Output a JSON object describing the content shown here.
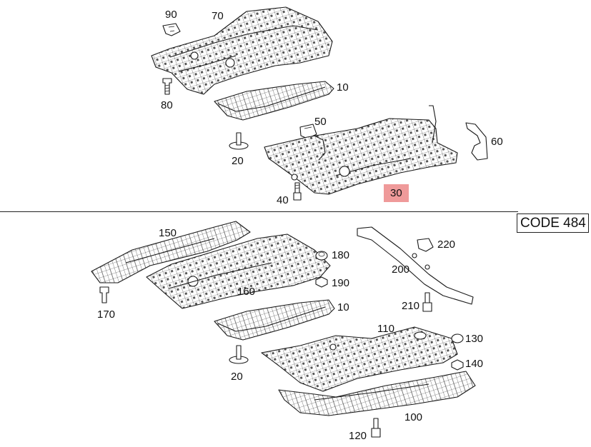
{
  "code_box": "CODE 484",
  "callouts": {
    "c90": "90",
    "c70": "70",
    "c10a": "10",
    "c80": "80",
    "c50": "50",
    "c60": "60",
    "c20a": "20",
    "c30": "30",
    "c40": "40",
    "c150": "150",
    "c180": "180",
    "c190": "190",
    "c160": "160",
    "c170": "170",
    "c10b": "10",
    "c20b": "20",
    "c220": "220",
    "c200": "200",
    "c210": "210",
    "c110": "110",
    "c130": "130",
    "c140": "140",
    "c100": "100",
    "c120": "120"
  },
  "highlight": {
    "callout": "30",
    "color": "#ef9a9a"
  }
}
